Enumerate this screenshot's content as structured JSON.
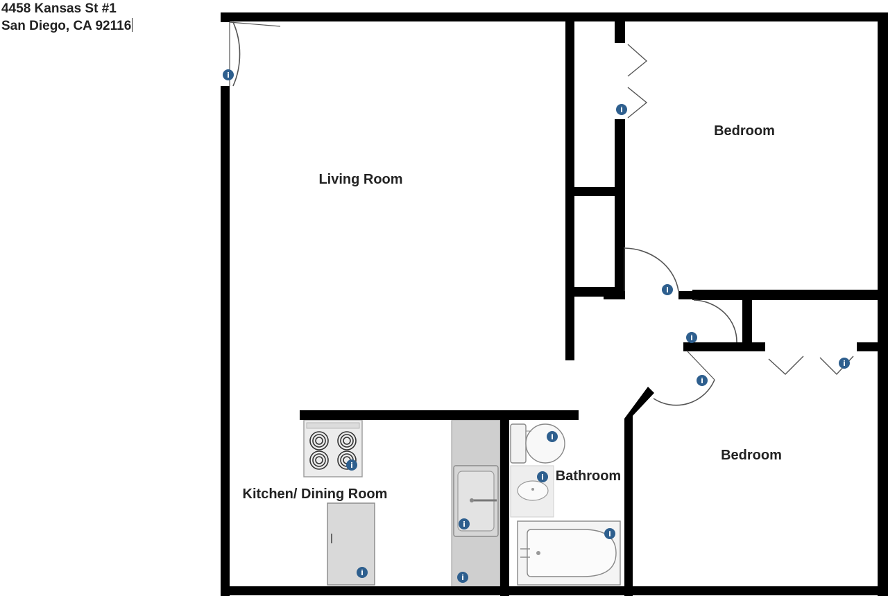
{
  "address": {
    "line1": "4458 Kansas St #1",
    "line2": "San Diego, CA 92116"
  },
  "rooms": {
    "living_room": "Living Room",
    "bedroom_top": "Bedroom",
    "bedroom_bottom": "Bedroom",
    "bathroom": "Bathroom",
    "kitchen": "Kitchen/ Dining Room"
  },
  "colors": {
    "wall": "#000000",
    "fixture_fill": "#d9d9d9",
    "info_marker": "#2e5f8e"
  },
  "icons": {
    "info_marker": "info-circle-icon",
    "stove": "stove-icon",
    "refrigerator": "refrigerator-icon",
    "sink": "sink-icon",
    "toilet": "toilet-icon",
    "bathtub": "bathtub-icon"
  }
}
